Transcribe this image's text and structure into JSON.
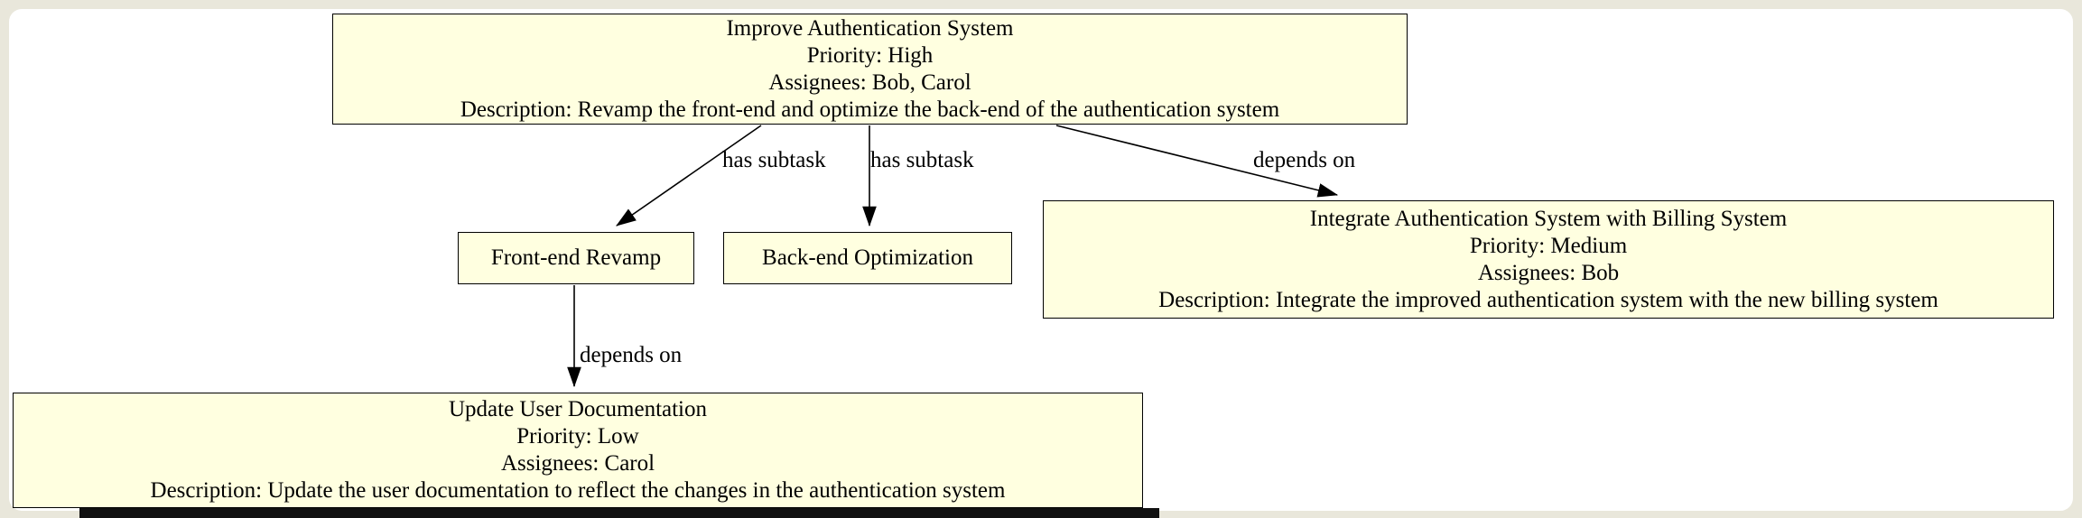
{
  "diagram": {
    "colors": {
      "node_fill": "#ffffe0",
      "node_border": "#000000",
      "canvas_background": "#ffffff",
      "frame_background": "#e9e7db",
      "edge_color": "#000000"
    },
    "nodes": {
      "improve": {
        "lines": [
          "Improve Authentication System",
          "Priority: High",
          "Assignees: Bob, Carol",
          "Description: Revamp the front-end and optimize the back-end of the authentication system"
        ]
      },
      "frontend": {
        "lines": [
          "Front-end Revamp"
        ]
      },
      "backend": {
        "lines": [
          "Back-end Optimization"
        ]
      },
      "integrate": {
        "lines": [
          "Integrate Authentication System with Billing System",
          "Priority: Medium",
          "Assignees: Bob",
          "Description: Integrate the improved authentication system with the new billing system"
        ]
      },
      "docs": {
        "lines": [
          "Update User Documentation",
          "Priority: Low",
          "Assignees: Carol",
          "Description: Update the user documentation to reflect the changes in the authentication system"
        ]
      }
    },
    "edges": {
      "subtask1": {
        "label": "has subtask",
        "from": "improve",
        "to": "frontend"
      },
      "subtask2": {
        "label": "has subtask",
        "from": "improve",
        "to": "backend"
      },
      "depends_integrate": {
        "label": "depends on",
        "from": "improve",
        "to": "integrate"
      },
      "depends_docs": {
        "label": "depends on",
        "from": "frontend",
        "to": "docs"
      }
    }
  }
}
